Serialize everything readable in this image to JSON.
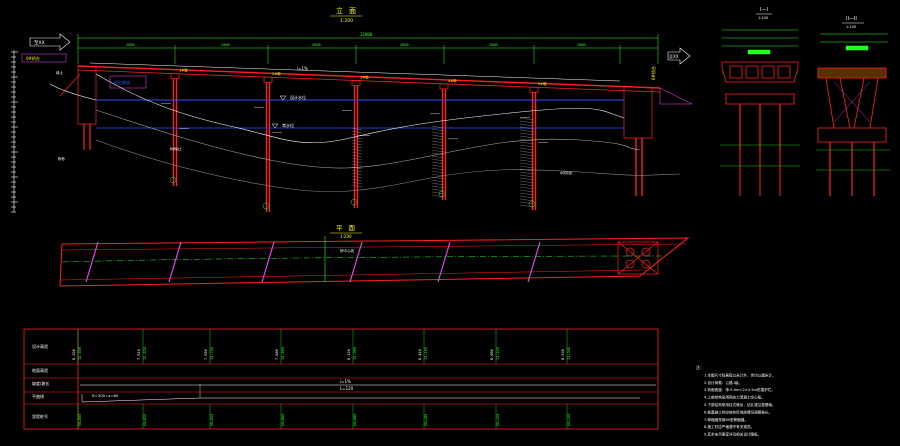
{
  "elevation": {
    "title_char": "立",
    "title_suffix": "面",
    "scale": "1:200",
    "top_dim_total": "12000",
    "span_dims": [
      "2000",
      "2000",
      "2000",
      "2000",
      "2000",
      "2000"
    ],
    "left_abutment_label": "0#桥台",
    "right_abutment_label": "6#桥台",
    "road_left": "至XX",
    "road_right": "至XX",
    "slope_label": "i=1%",
    "water_label_1": "设计水位",
    "water_label_2": "常水位",
    "pier_labels": [
      "1#墩",
      "2#墩",
      "3#墩",
      "4#墩",
      "5#墩"
    ]
  },
  "plan": {
    "title_char": "平",
    "title_suffix": "面",
    "scale": "1:200",
    "center_label": "桥中心线"
  },
  "section_a": {
    "title": "I—I",
    "scale": "1:100"
  },
  "section_b": {
    "title": "II—II",
    "scale": "1:100"
  },
  "table": {
    "rows": [
      "设计高程",
      "地面高程",
      "坡度/坡长",
      "平曲线",
      "里程桩号"
    ],
    "design_elevations": [
      "12.500",
      "12.620",
      "12.740",
      "12.860",
      "12.980",
      "13.100",
      "13.220",
      "13.340"
    ],
    "ground_elevations": [
      "8.320",
      "7.910",
      "7.650",
      "7.880",
      "8.120",
      "8.410",
      "8.060",
      "8.530"
    ],
    "grade_label": "i=1%",
    "length_label": "L=120",
    "curve_label": "R=300  Ls=60",
    "stations": [
      "K0+000",
      "K0+020",
      "K0+040",
      "K0+060",
      "K0+080",
      "K0+100",
      "K0+120",
      "K0+140"
    ]
  },
  "notes": {
    "heading": "注：",
    "lines": [
      "1.本图尺寸除高程以米计外，余均以厘米计。",
      "2.设计荷载：公路-I级。",
      "3.桥面宽度：净-9.0m+2×0.5m防撞护栏。",
      "4.上部结构采用预应力混凝土空心板。",
      "5.下部结构采用柱式墩台，钻孔灌注桩基础。",
      "6.桩基施工时应按实际地质情况调整桩长。",
      "7.伸缩缝采用80型伸缩缝。",
      "8.施工时应严格遵守有关规范。",
      "9.其余未尽事宜详见相关设计图纸。"
    ]
  },
  "colors": {
    "background": "#000000",
    "red": "#ff2020",
    "green": "#20ff20",
    "yellow": "#ffff00",
    "white": "#ffffff",
    "blue": "#3050ff",
    "magenta": "#ff40ff",
    "cyan": "#00ffff"
  }
}
